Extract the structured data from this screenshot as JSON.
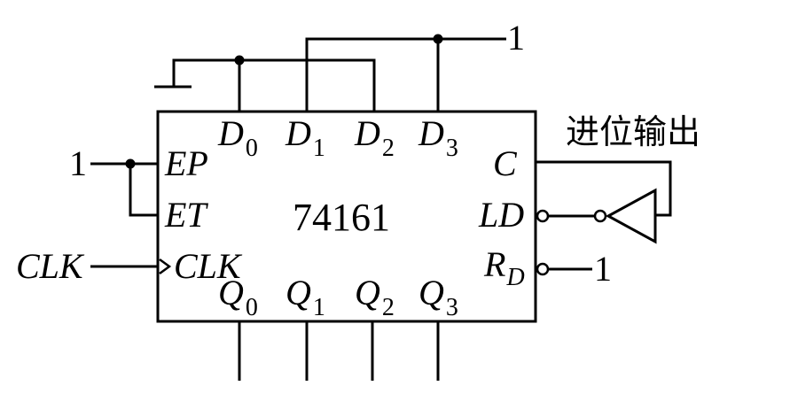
{
  "chip": {
    "name": "74161",
    "inputs": {
      "EP": "EP",
      "ET": "ET",
      "CLK": "CLK"
    },
    "data_pins": [
      {
        "base": "D",
        "sub": "0"
      },
      {
        "base": "D",
        "sub": "1"
      },
      {
        "base": "D",
        "sub": "2"
      },
      {
        "base": "D",
        "sub": "3"
      }
    ],
    "outputs": [
      {
        "base": "Q",
        "sub": "0"
      },
      {
        "base": "Q",
        "sub": "1"
      },
      {
        "base": "Q",
        "sub": "2"
      },
      {
        "base": "Q",
        "sub": "3"
      }
    ],
    "right_pins": {
      "C": "C",
      "LD": "LD",
      "RD_base": "R",
      "RD_sub": "D"
    }
  },
  "external": {
    "clk_label": "CLK",
    "one_top": "1",
    "one_left": "1",
    "one_right": "1",
    "carry_out_label": "进位输出"
  }
}
